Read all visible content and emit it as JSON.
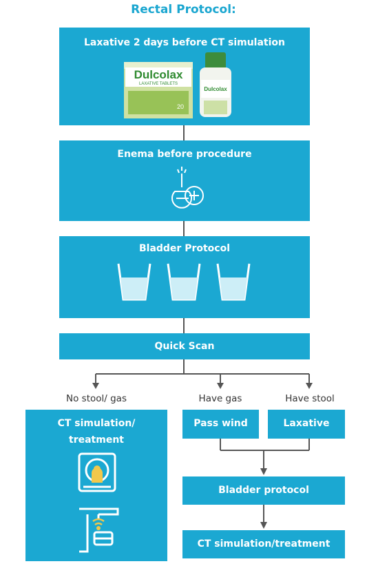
{
  "title": "Rectal Protocol:",
  "steps": {
    "laxative": {
      "label": "Laxative 2 days before CT simulation",
      "brand": "Dulcolax",
      "box_text": "LAXATIVE TABLETS",
      "count": "20",
      "bottle_brand": "Dulcolax"
    },
    "enema": {
      "label": "Enema before procedure"
    },
    "bladder": {
      "label": "Bladder Protocol"
    },
    "quick_scan": {
      "label": "Quick Scan"
    }
  },
  "branches": {
    "no_stool_gas": "No stool/ gas",
    "have_gas": "Have gas",
    "have_stool": "Have stool"
  },
  "outcomes": {
    "ct_sim_treatment": {
      "line1": "CT simulation/",
      "line2": "treatment"
    },
    "pass_wind": "Pass wind",
    "laxative": "Laxative",
    "bladder_protocol": "Bladder protocol",
    "ct_final": "CT simulation/treatment"
  },
  "colors": {
    "accent": "#1ba8d2",
    "title": "#1aa6d0",
    "connector": "#555555"
  },
  "icons": [
    "dulcolax-box-icon",
    "dulcolax-bottle-icon",
    "enema-bulb-icon",
    "water-glass-icon",
    "ct-scanner-icon",
    "linac-machine-icon"
  ]
}
